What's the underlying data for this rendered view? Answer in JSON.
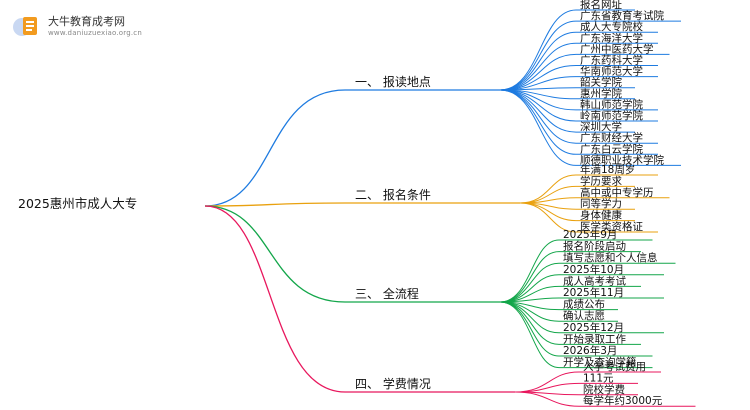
{
  "watermark": {
    "title": "大牛教育成考网",
    "site": "www.daniuzuexiao.org.cn"
  },
  "root": {
    "label": "2025惠州市成人大专"
  },
  "branches": [
    {
      "label": "一、 报读地点",
      "color": "#1e7be0",
      "leaves": [
        "报名网址",
        "广东省教育考试院",
        "成人大专院校",
        "广东海洋大学",
        "广州中医药大学",
        "广东药科大学",
        "华南师范大学",
        "韶关学院",
        "惠州学院",
        "韩山师范学院",
        "岭南师范学院",
        "深圳大学",
        "广东财经大学",
        "广东白云学院",
        "顺德职业技术学院"
      ]
    },
    {
      "label": "二、 报名条件",
      "color": "#e9a10f",
      "leaves": [
        "年满18周岁",
        "学历要求",
        "高中或中专学历",
        "同等学力",
        "身体健康",
        "医学类资格证"
      ]
    },
    {
      "label": "三、 全流程",
      "color": "#13a64a",
      "leaves": [
        "2025年9月",
        "报名阶段启动",
        "填写志愿和个人信息",
        "2025年10月",
        "成人高考考试",
        "2025年11月",
        "成绩公布",
        "确认志愿",
        "2025年12月",
        "开始录取工作",
        "2026年3月",
        "开学及查询学籍"
      ]
    },
    {
      "label": "四、 学费情况",
      "color": "#e8175d",
      "leaves": [
        "入学考试费用",
        "111元",
        "院校学费",
        "每学年约3000元"
      ]
    }
  ]
}
